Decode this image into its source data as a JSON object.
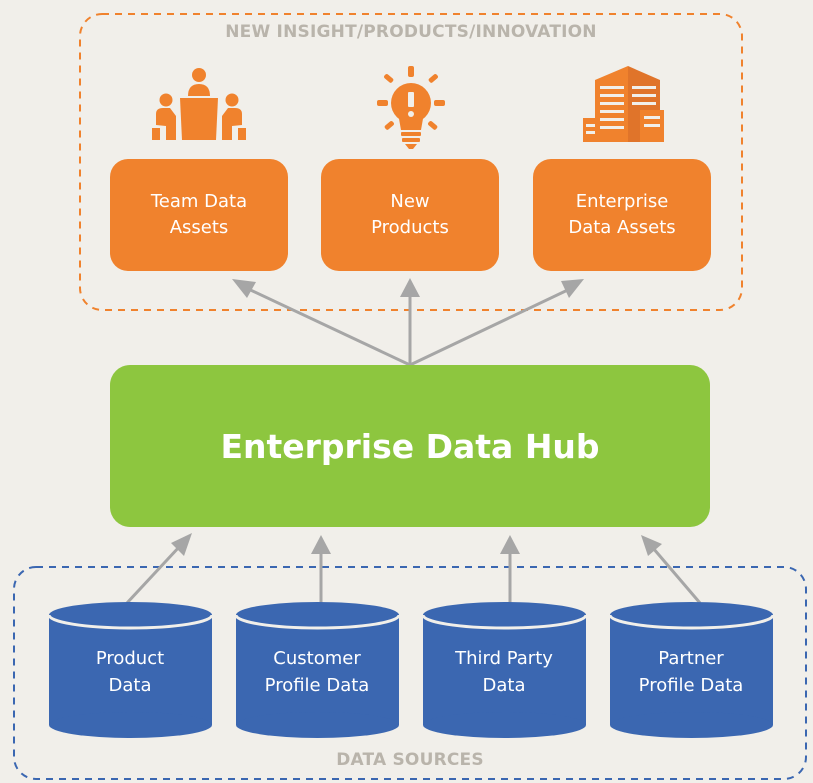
{
  "top_group": {
    "title": "NEW INSIGHT/PRODUCTS/INNOVATION",
    "border_color": "#f0822d",
    "items": [
      {
        "label": "Team Data\nAssets",
        "icon": "meeting-table-icon"
      },
      {
        "label": "New\nProducts",
        "icon": "lightbulb-icon"
      },
      {
        "label": "Enterprise\nData Assets",
        "icon": "office-building-icon"
      }
    ],
    "box_color": "#f0822d"
  },
  "hub": {
    "title": "Enterprise Data Hub",
    "color": "#8dc63f"
  },
  "bottom_group": {
    "title": "DATA SOURCES",
    "border_color": "#3b67b1",
    "sources": [
      {
        "label": "Product\nData"
      },
      {
        "label": "Customer\nProfile Data"
      },
      {
        "label": "Third Party\nData"
      },
      {
        "label": "Partner\nProfile Data"
      }
    ],
    "cylinder_color": "#3b67b1"
  },
  "arrow_color": "#a6a6a6"
}
